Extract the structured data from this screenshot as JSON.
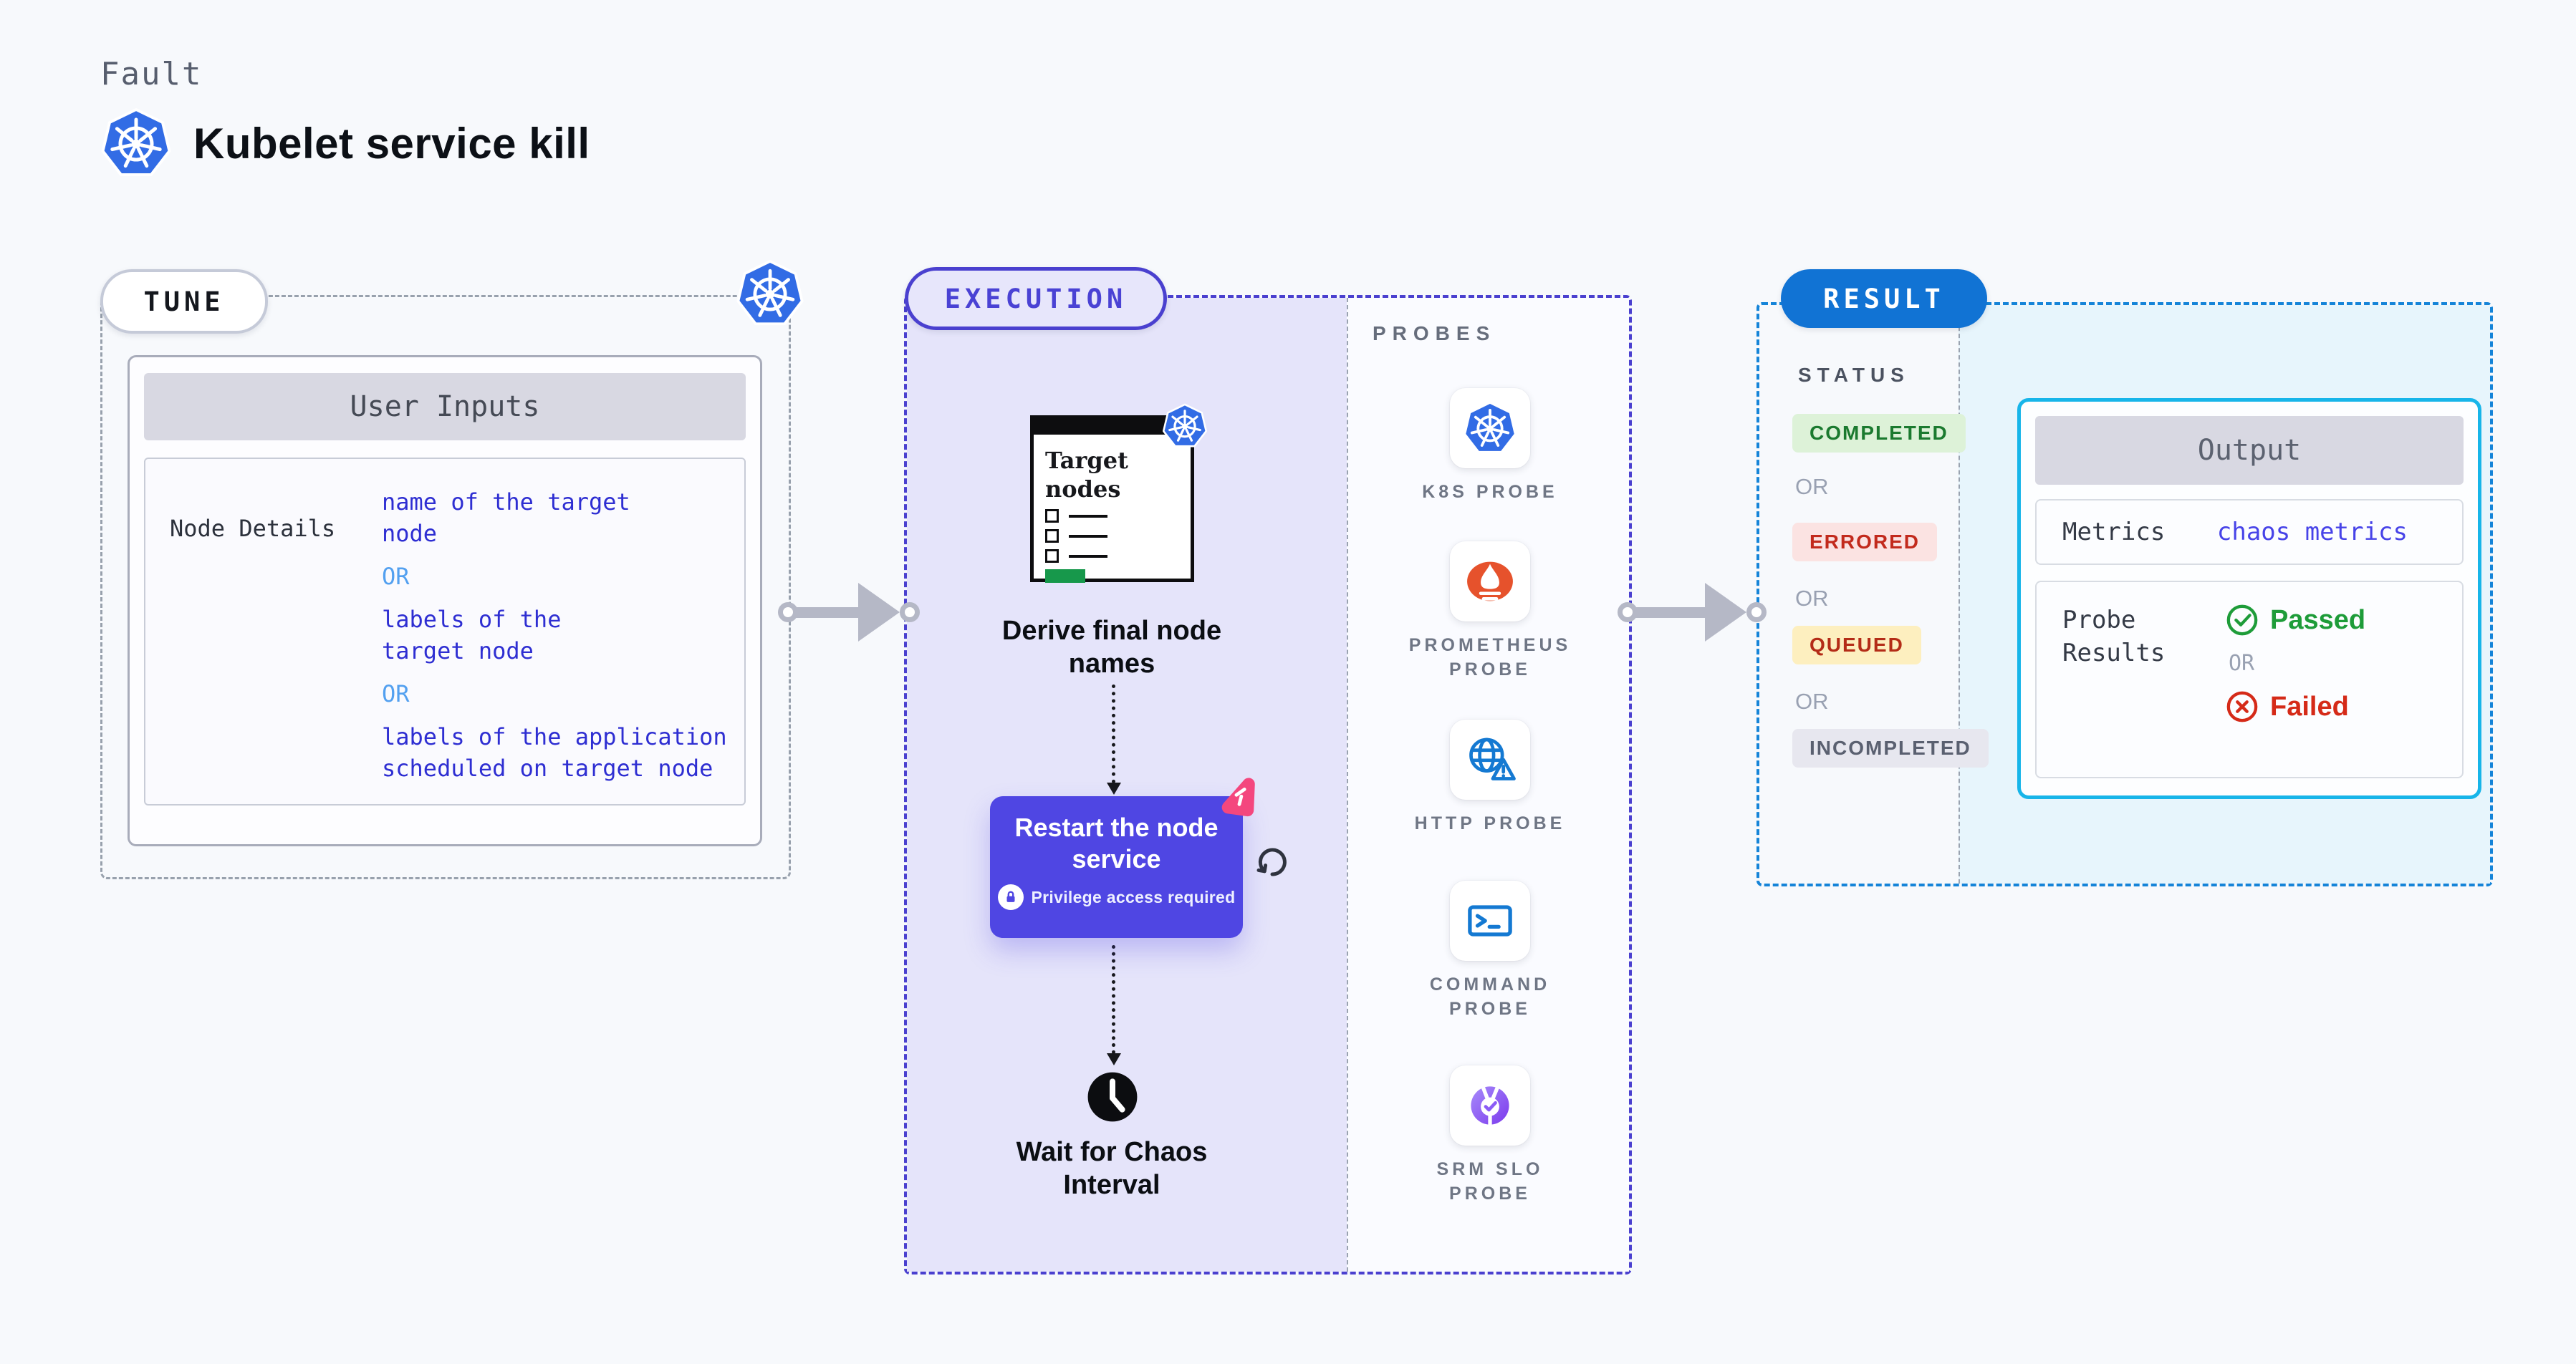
{
  "header": {
    "kicker": "Fault",
    "title": "Kubelet service kill",
    "title_icon": "kubernetes-icon"
  },
  "tune": {
    "label": "TUNE",
    "corner_icon": "kubernetes-icon",
    "panel_title": "User Inputs",
    "row_label": "Node Details",
    "option_1": "name of the target\nnode",
    "or_1": "OR",
    "option_2": "labels of the\ntarget node",
    "or_2": "OR",
    "option_3": "labels of the application\n scheduled on target node"
  },
  "execution": {
    "label": "EXECUTION",
    "target_doc_title": "Target\nnodes",
    "step_derive": "Derive final node\nnames",
    "action_title": "Restart the node\nservice",
    "action_badge": "Privilege access required",
    "step_wait": "Wait for Chaos\nInterval"
  },
  "probes": {
    "label": "PROBES",
    "items": [
      {
        "label": "K8S PROBE",
        "icon": "kubernetes-icon"
      },
      {
        "label": "PROMETHEUS\nPROBE",
        "icon": "prometheus-icon"
      },
      {
        "label": "HTTP PROBE",
        "icon": "http-globe-icon"
      },
      {
        "label": "COMMAND\nPROBE",
        "icon": "terminal-icon"
      },
      {
        "label": "SRM SLO\nPROBE",
        "icon": "srm-slo-icon"
      }
    ]
  },
  "result": {
    "label": "RESULT",
    "status_title": "STATUS",
    "or": "OR",
    "statuses": [
      {
        "label": "COMPLETED",
        "bg": "#ddf2d8",
        "color": "#1b7a2f"
      },
      {
        "label": "ERRORED",
        "bg": "#fbe3e2",
        "color": "#c22a1c"
      },
      {
        "label": "QUEUED",
        "bg": "#fdefbf",
        "color": "#b42c17"
      },
      {
        "label": "INCOMPLETED",
        "bg": "#e7e7ef",
        "color": "#5a6070"
      }
    ],
    "output": {
      "title": "Output",
      "metrics_label": "Metrics",
      "metrics_value": "chaos metrics",
      "probe_results_label": "Probe\nResults",
      "passed": "Passed",
      "or": "OR",
      "failed": "Failed"
    }
  },
  "colors": {
    "kubernetes_blue": "#326ce5",
    "execution_indigo": "#4a40cf",
    "execution_panel_bg": "#e5e4fa",
    "action_card_bg": "#4f46e3",
    "chaos_pink": "#f4477e",
    "prometheus_orange": "#e6522c",
    "probe_icon_blue": "#1479d2",
    "srm_purple": "#7c3aed",
    "result_blue": "#1173d4",
    "output_border_cyan": "#17b5e9",
    "result_panel_bg": "#e7f5fc",
    "passed_green": "#1e9c39",
    "failed_red": "#d52a18",
    "code_text_blue": "#2e2ed2",
    "code_or_blue": "#53a0f0",
    "target_doc_green": "#17984b"
  }
}
